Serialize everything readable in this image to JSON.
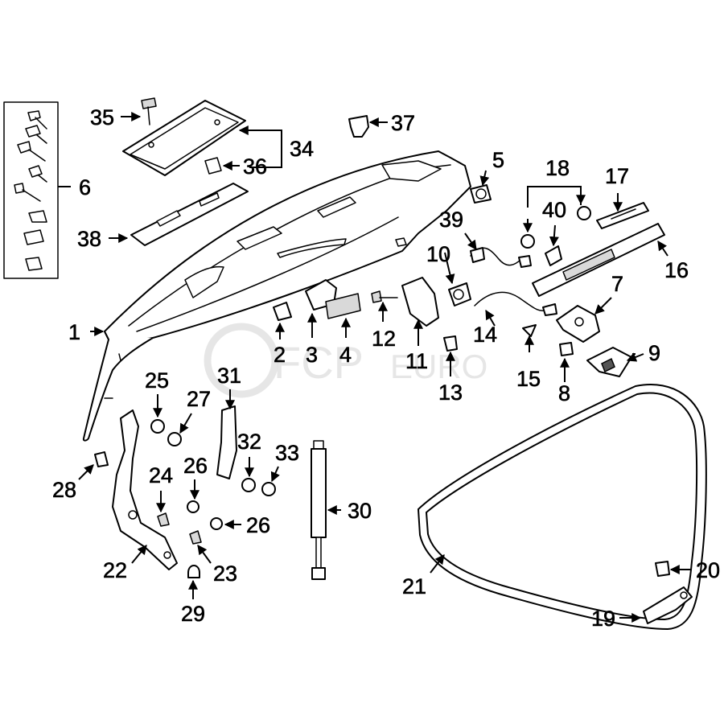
{
  "watermark": {
    "brand": "FCP",
    "suffix": "EURO"
  },
  "callouts": {
    "c1": "1",
    "c2": "2",
    "c3": "3",
    "c4": "4",
    "c5": "5",
    "c6": "6",
    "c7": "7",
    "c8": "8",
    "c9": "9",
    "c10": "10",
    "c11": "11",
    "c12": "12",
    "c13": "13",
    "c14": "14",
    "c15": "15",
    "c16": "16",
    "c17": "17",
    "c18": "18",
    "c19": "19",
    "c20": "20",
    "c21": "21",
    "c22": "22",
    "c23": "23",
    "c24": "24",
    "c25": "25",
    "c26a": "26",
    "c26b": "26",
    "c27": "27",
    "c28": "28",
    "c29": "29",
    "c30": "30",
    "c31": "31",
    "c32": "32",
    "c33": "33",
    "c34": "34",
    "c35": "35",
    "c36": "36",
    "c37": "37",
    "c38": "38",
    "c39": "39",
    "c40": "40"
  }
}
